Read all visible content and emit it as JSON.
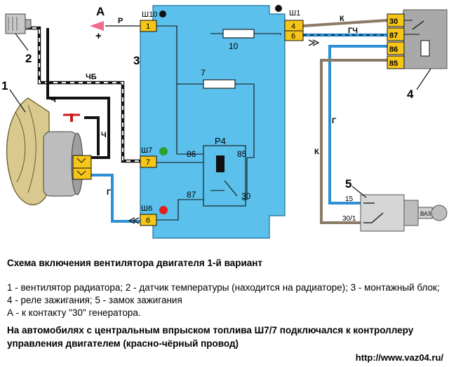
{
  "diagram": {
    "arrow_a": {
      "letter": "А",
      "plus": "+",
      "wire": "Р"
    },
    "callouts": {
      "n1": "1",
      "n2": "2",
      "n3": "3",
      "n4": "4",
      "n5": "5"
    },
    "block": {
      "connectors": {
        "sh10": "Ш10",
        "sh1": "Ш1",
        "sh7": "Ш7",
        "sh6": "Ш6"
      },
      "pins": {
        "sh10": "1",
        "sh1_a": "4",
        "sh1_b": "6",
        "sh7": "7",
        "sh6": "6"
      },
      "fuses": {
        "f10": "10",
        "f7": "7"
      },
      "relay": {
        "name": "Р4",
        "p86": "86",
        "p85": "85",
        "p87": "87",
        "p30": "30"
      }
    },
    "relay4": {
      "pins": [
        "30",
        "87",
        "86",
        "85"
      ]
    },
    "ignition": {
      "pin15": "15",
      "pin30": "30/1",
      "key": "ВАЗ"
    },
    "wires": {
      "k_top": "К",
      "gch": "ГЧ",
      "g_right": "Г",
      "k_right": "К",
      "chb": "ЧБ",
      "ch1": "Ч",
      "ch2": "Ч",
      "g_left": "Г"
    },
    "colors": {
      "block": "#5bc0eb",
      "connector": "#f5c518",
      "relay_body": "#a9a9a9",
      "wire_blue": "#2d8fd5",
      "wire_brown": "#8a7b66",
      "fan": "#d9c98e",
      "led_green": "#2ca02c",
      "led_red": "#e0201b",
      "arrow": "#f06a8c"
    }
  },
  "caption": {
    "title": "Схема включения вентилятора двигателя 1-й вариант",
    "legend_1": "1 - вентилятор радиатора; 2 - датчик температуры (находится на радиаторе); 3 - монтажный блок; 4 - реле зажигания; 5 - замок зажигания",
    "legend_2": "А - к контакту \"30\" генератора.",
    "note": "На автомобилях с центральным впрыском топлива Ш7/7 подключался к контроллеру управления двигателем (красно-чёрный провод)",
    "url": "http://www.vaz04.ru/"
  }
}
